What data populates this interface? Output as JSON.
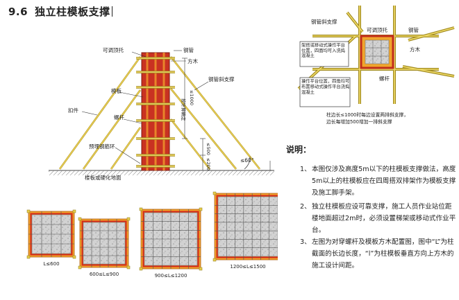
{
  "title": {
    "number": "9.6",
    "text": "独立柱模板支撑"
  },
  "elevation": {
    "labels": {
      "adjustable_jack": "可调顶托",
      "steel_tube": "钢管",
      "timber_batten": "方木",
      "diagonal_brace": "钢管斜支撑",
      "form_panel": "模板",
      "coupler": "扣件",
      "tie_bolt": "螺杆",
      "embedded_ring": "预埋钢筋环",
      "ground": "楼板或硬化地面",
      "dim_top": "≤1000",
      "dim_middle": "按计算确定",
      "dim_lower": "≤500",
      "dim_bottom": "≤200",
      "angle": "≤60°"
    }
  },
  "plan": {
    "labels": {
      "diagonal_brace": "钢管斜支撑",
      "adjustable_jack": "可调顶托",
      "steel_tube": "钢管",
      "timber_batten": "方木",
      "tie_bolt": "螺杆",
      "platform_note_1": "架搭或移动式操作平台位置，四面均可入洗捣混凝土",
      "platform_note_2": "操作平台位置，四角均可布置移动式操作平台浇捣混凝土",
      "side_note_1": "柱边长≤1000时每边设置两排斜支撑，",
      "side_note_2": "边长每增加500增加一排斜支撑"
    }
  },
  "sections": [
    {
      "label": "L≤600",
      "grid": 4
    },
    {
      "label": "600≤L≤900",
      "grid": 5
    },
    {
      "label": "900≤L≤1200",
      "grid": 6
    },
    {
      "label": "1200≤L≤1500",
      "grid": 7
    }
  ],
  "notes": {
    "heading": "说明：",
    "items": [
      {
        "num": "1、",
        "text": "本图仅涉及高度5m以下的柱模板支撑做法，高度5m以上的柱模板应在四周搭双排架作为模板支撑及施工脚手架。"
      },
      {
        "num": "2、",
        "text": "独立柱模板应设可靠支撑，施工人员作业站位距楼地面超过2m时，必须设置梯架或移动式作业平台。"
      },
      {
        "num": "3、",
        "text": "左图为对穿螺杆及模板方木配置图，图中“L”为柱截面的长边长度，“l”为柱模板垂直方向上方木的施工设计间距。"
      }
    ]
  },
  "colors": {
    "formwork_red": "#d42a1c",
    "timber_orange": "#f1a22a",
    "brace_yellow": "#e8cc4a",
    "tube_stroke": "#9b8a2c",
    "concrete_gray": "#c8c8c8"
  }
}
